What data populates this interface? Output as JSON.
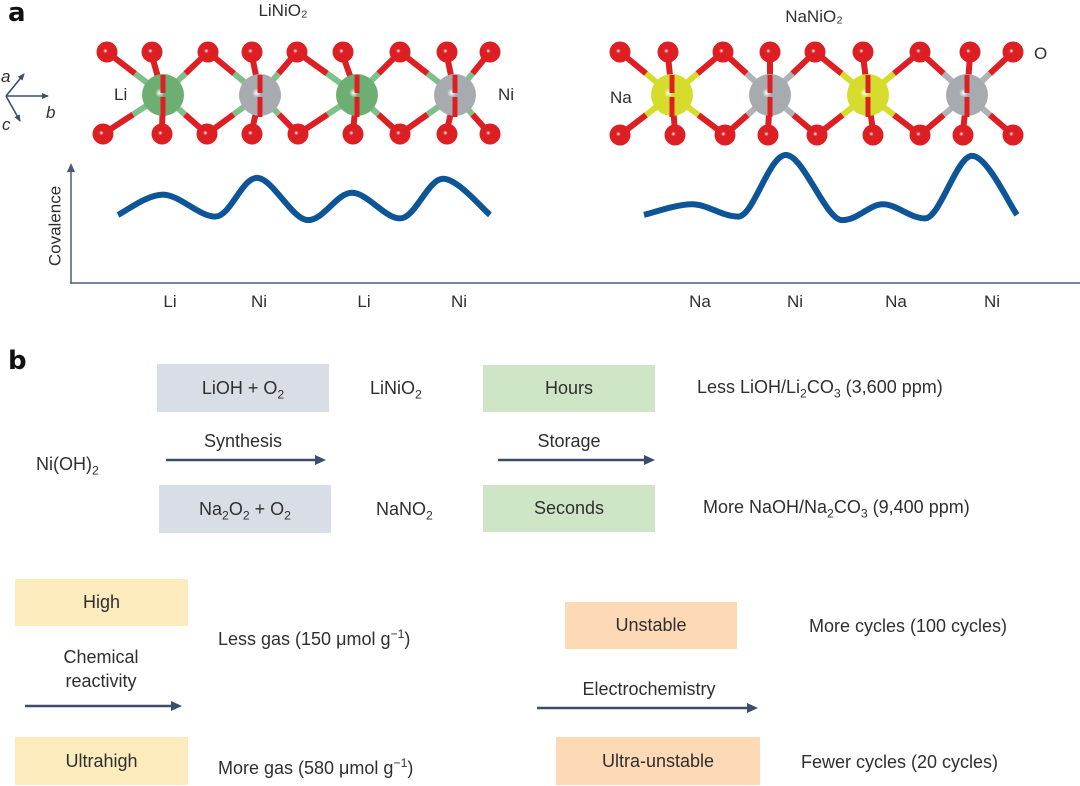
{
  "panel_a": {
    "label": "a",
    "axes_legend": {
      "a": "a",
      "b": "b",
      "c": "c"
    },
    "structures": [
      {
        "title": "LiNiO₂",
        "left_label": "Li",
        "right_label": "Ni",
        "cation_sequence": [
          "Li",
          "Ni",
          "Li",
          "Ni"
        ],
        "colors": {
          "Li": "#6dae73",
          "Ni": "#a7abb0",
          "O": "#dd1e22",
          "bond_A": "#7dc08a",
          "bond_Ni": "#7dc08a"
        }
      },
      {
        "title": "NaNiO₂",
        "left_label": "Na",
        "right_label": "O",
        "cation_sequence": [
          "Na",
          "Ni",
          "Na",
          "Ni"
        ],
        "colors": {
          "Na": "#d6dc2c",
          "Ni": "#a7abb0",
          "O": "#dd1e22",
          "bond_A": "#d6dc2c",
          "bond_Ni": "#b0b3b6"
        }
      }
    ],
    "covalence_plot": {
      "ylabel": "Covalence",
      "line_color": "#0d5597",
      "axis_color": "#4a5a78"
    }
  },
  "chart_data": {
    "type": "line",
    "title": "",
    "xlabel": "",
    "ylabel": "Covalence",
    "grid": false,
    "note": "Schematic, qualitative covalence profiles (relative units 0-1, read from curve heights)",
    "series": [
      {
        "name": "LiNiO₂",
        "categories": [
          "Li",
          "Ni",
          "Li",
          "Ni"
        ],
        "peak_values": [
          0.55,
          0.74,
          0.57,
          0.73
        ],
        "valley_values": [
          0.3,
          0.26,
          0.28
        ],
        "end_values": [
          0.32,
          0.32
        ]
      },
      {
        "name": "NaNiO₂",
        "categories": [
          "Na",
          "Ni",
          "Na",
          "Ni"
        ],
        "peak_values": [
          0.44,
          1.0,
          0.44,
          0.99
        ],
        "valley_values": [
          0.3,
          0.26,
          0.28
        ],
        "end_values": [
          0.32,
          0.32
        ]
      }
    ]
  },
  "panel_b": {
    "label": "b",
    "start_material": "Ni(OH)",
    "start_material_sub": "2",
    "synthesis": {
      "arrow_label": "Synthesis",
      "reagent_top": {
        "main": "LiOH + O",
        "sub": "2"
      },
      "reagent_bottom": {
        "p1": "Na",
        "s1": "2",
        "p2": "O",
        "s2": "2",
        "p3": " + O",
        "s3": "2"
      },
      "product_top": {
        "main": "LiNiO",
        "sub": "2"
      },
      "product_bottom": {
        "main": "NaNO",
        "sub": "2"
      }
    },
    "storage": {
      "arrow_label": "Storage",
      "top_box": "Hours",
      "bottom_box": "Seconds",
      "top_result": {
        "p1": "Less LiOH/Li",
        "s1": "2",
        "p2": "CO",
        "s2": "3",
        "p3": " (3,600 ppm)"
      },
      "bottom_result": {
        "p1": "More NaOH/Na",
        "s1": "2",
        "p2": "CO",
        "s2": "3",
        "p3": " (9,400 ppm)"
      }
    },
    "chemical_reactivity": {
      "arrow_label_line1": "Chemical",
      "arrow_label_line2": "reactivity",
      "top_box": "High",
      "bottom_box": "Ultrahigh",
      "top_result": {
        "main": "Less gas (150 μmol g",
        "sup": "−1",
        "end": ")"
      },
      "bottom_result": {
        "main": "More gas (580 μmol g",
        "sup": "−1",
        "end": ")"
      }
    },
    "electrochemistry": {
      "arrow_label": "Electrochemistry",
      "top_box": "Unstable",
      "bottom_box": "Ultra-unstable",
      "top_result": "More cycles (100 cycles)",
      "bottom_result": "Fewer cycles (20 cycles)"
    },
    "colors": {
      "reagent_box": "#d9dee6",
      "storage_box": "#cfe6c6",
      "reactivity_box": "#fcebbd",
      "electrochem_box": "#fdd9b5",
      "arrow": "#3c4d6b"
    }
  }
}
